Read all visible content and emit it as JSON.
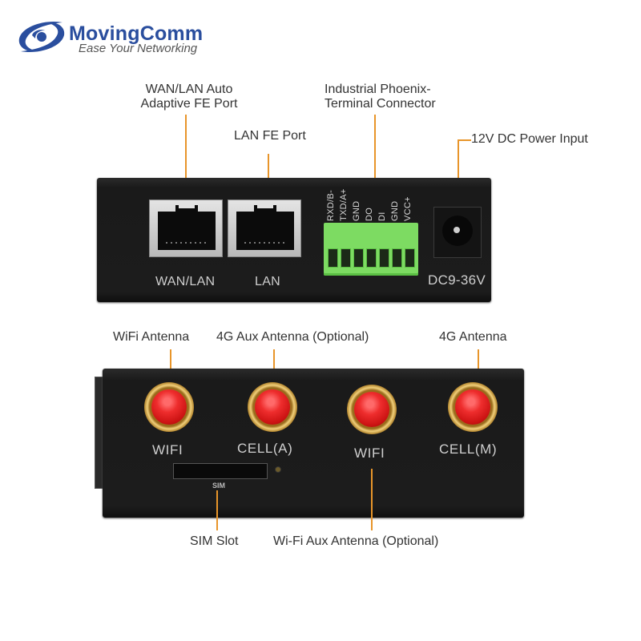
{
  "brand": {
    "name": "MovingComm",
    "tagline": "Ease Your Networking",
    "logo_icon": "swirl-logo-icon",
    "color": "#2a4e9e"
  },
  "accent_color": "#e8952a",
  "front_panel": {
    "callouts": {
      "wan_lan_line1": "WAN/LAN Auto",
      "wan_lan_line2": "Adaptive FE Port",
      "lan": "LAN FE Port",
      "terminal_line1": "Industrial Phoenix-",
      "terminal_line2": "Terminal Connector",
      "power": "12V DC Power Input"
    },
    "ports": [
      {
        "label": "WAN/LAN",
        "icon": "rj45-port-icon"
      },
      {
        "label": "LAN",
        "icon": "rj45-port-icon"
      }
    ],
    "terminal_pins": [
      "RXD/B-",
      "TXD/A+",
      "GND",
      "DO",
      "DI",
      "GND",
      "VCC+"
    ],
    "power_label": "DC9-36V"
  },
  "rear_panel": {
    "callouts": {
      "wifi": "WiFi Antenna",
      "cell_aux": "4G Aux Antenna (Optional)",
      "cell_main": "4G Antenna",
      "sim": "SIM Slot",
      "wifi_aux": "Wi-Fi Aux Antenna (Optional)"
    },
    "antennas": [
      {
        "label": "WIFI"
      },
      {
        "label": "CELL(A)"
      },
      {
        "label": "WIFI"
      },
      {
        "label": "CELL(M)"
      }
    ],
    "sim_label": "SIM"
  }
}
